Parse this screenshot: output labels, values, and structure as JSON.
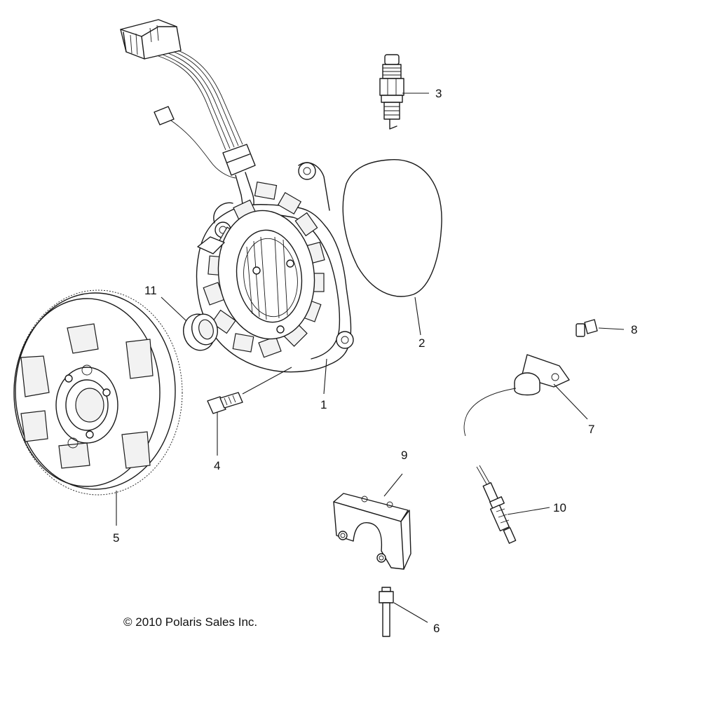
{
  "callouts": [
    {
      "id": "1",
      "label": "1"
    },
    {
      "id": "2",
      "label": "2"
    },
    {
      "id": "3",
      "label": "3"
    },
    {
      "id": "4",
      "label": "4"
    },
    {
      "id": "5",
      "label": "5"
    },
    {
      "id": "6",
      "label": "6"
    },
    {
      "id": "7",
      "label": "7"
    },
    {
      "id": "8",
      "label": "8"
    },
    {
      "id": "9",
      "label": "9"
    },
    {
      "id": "10",
      "label": "10"
    },
    {
      "id": "11",
      "label": "11"
    }
  ],
  "copyright": "© 2010 Polaris Sales Inc."
}
